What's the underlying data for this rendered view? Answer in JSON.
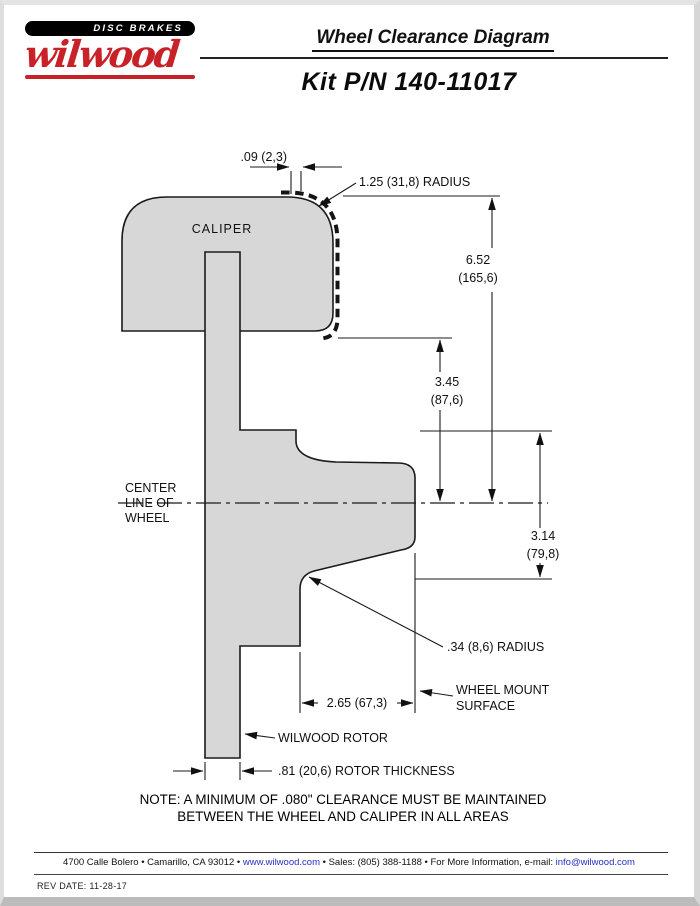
{
  "brand": {
    "tagline": "DISC BRAKES",
    "name": "wilwood"
  },
  "header": {
    "title": "Wheel Clearance Diagram",
    "kit_number": "Kit P/N 140-11017"
  },
  "diagram": {
    "caliper_label": "CALIPER",
    "center_line_label": [
      "CENTER",
      "LINE OF",
      "WHEEL"
    ],
    "dim_gap": ".09 (2,3)",
    "dim_caliper_radius": "1.25 (31,8) RADIUS",
    "dim_caliper_height": [
      "6.52",
      "(165,6)"
    ],
    "dim_caliper_to_centerline": [
      "3.45",
      "(87,6)"
    ],
    "dim_centerline_to_flange": [
      "3.14",
      "(79,8)"
    ],
    "dim_fillet_radius": ".34 (8,6) RADIUS",
    "dim_mount_offset": "2.65 (67,3)",
    "wheel_mount_label": [
      "WHEEL MOUNT",
      "SURFACE"
    ],
    "rotor_label": "WILWOOD ROTOR",
    "dim_rotor_thickness": ".81 (20,6) ROTOR THICKNESS",
    "note_line1": "NOTE: A MINIMUM OF .080\" CLEARANCE MUST BE MAINTAINED",
    "note_line2": "BETWEEN THE WHEEL AND CALIPER IN ALL AREAS"
  },
  "footer": {
    "address": "4700 Calle Bolero • Camarillo, CA 93012 •",
    "website": "www.wilwood.com",
    "sales_info": "• Sales: (805) 388-1188 • For More Information, e-mail:",
    "email": "info@wilwood.com",
    "rev_date": "REV DATE:  11-28-17"
  }
}
